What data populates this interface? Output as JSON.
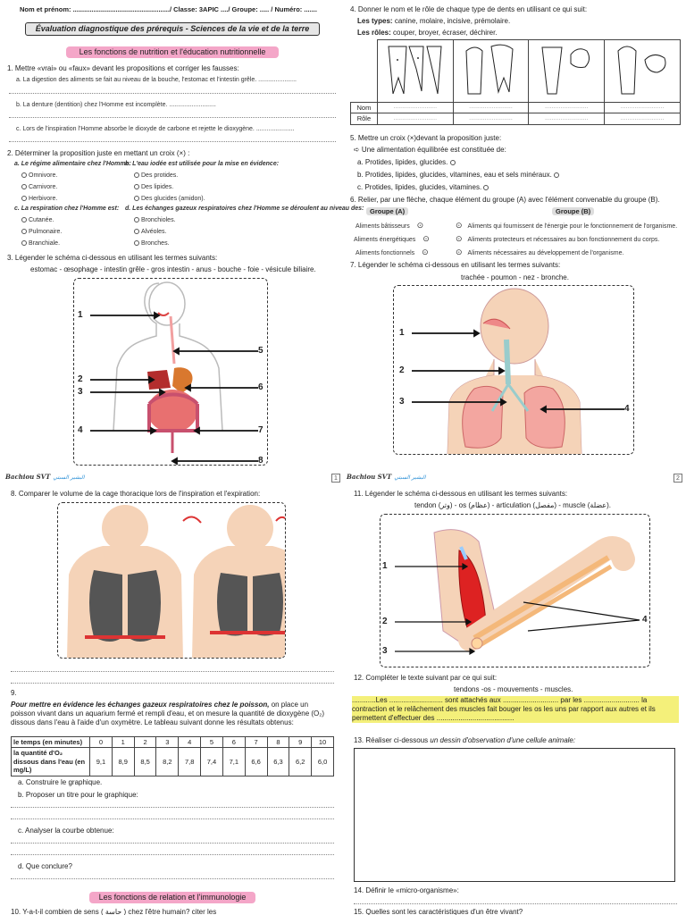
{
  "header": {
    "left": "Nom et prénom: ..................................................../ Classe: 3APIC ..../ Groupe: ..... / Numéro: .......",
    "title": "Évaluation diagnostique des prérequis - Sciences de la vie et de la terre",
    "section1": "Les fonctions de nutrition et l'éducation nutritionnelle",
    "section2": "Les fonctions de relation et l'immunologie"
  },
  "left": {
    "q1": "1. Mettre «vrai» ou «faux» devant les propositions et corriger les fausses:",
    "q1a": "a. La digestion des aliments se fait au niveau de la bouche, l'estomac et l'intestin grêle. ......................",
    "q1b": "b. La denture (dentition) chez l'Homme est incomplète. ...........................",
    "q1c": "c. Lors de l'inspiration l'Homme absorbe le dioxyde de carbone et rejette le dioxygène. ......................",
    "q2": "2. Déterminer la proposition juste en mettant un croix (×) :",
    "q2a": "a. Le régime alimentaire chez l'Homme:",
    "q2a_opts": [
      "Omnivore.",
      "Carnivore.",
      "Herbivore."
    ],
    "q2b": "b. L'eau iodée est utilisée pour la mise en évidence:",
    "q2b_opts": [
      "Des protides.",
      "Des lipides.",
      "Des glucides (amidon)."
    ],
    "q2c": "c. La respiration chez l'Homme est:",
    "q2c_opts": [
      "Cutanée.",
      "Pulmonaire.",
      "Branchiale."
    ],
    "q2d": "d. Les échanges gazeux respiratoires chez l'Homme se déroulent au niveau des:",
    "q2d_opts": [
      "Bronchioles.",
      "Alvéoles.",
      "Bronches."
    ],
    "q3": "3. Légender le schéma ci-dessous en utilisant les termes suivants:",
    "q3_terms": "estomac - œsophage - intestin grêle - gros intestin - anus - bouche - foie - vésicule biliaire.",
    "q3_labels": [
      "1",
      "2",
      "3",
      "4",
      "5",
      "6",
      "7",
      "8"
    ]
  },
  "right": {
    "q4": "4. Donner le nom et le rôle de chaque type de dents en utilisant ce qui suit:",
    "q4_types_label": "Les types:",
    "q4_types": "canine, molaire, incisive, prémolaire.",
    "q4_roles_label": "Les rôles:",
    "q4_roles": "couper, broyer, écraser, déchirer.",
    "q4_row_nom": "Nom",
    "q4_row_role": "Rôle",
    "q5": "5. Mettre un croix (×)devant la proposition juste:",
    "q5_intro": "➪ Une alimentation équilibrée est constituée de:",
    "q5_opts": [
      "a. Protides, lipides, glucides.",
      "b. Protides, lipides, glucides, vitamines, eau et sels minéraux.",
      "c. Protides, lipides, glucides, vitamines."
    ],
    "q6": "6. Relier, par une flèche, chaque élément du groupe (A) avec l'élément convenable du groupe (B).",
    "q6_groupA": "Groupe (A)",
    "q6_groupB": "Groupe (B)",
    "q6_A": [
      "Aliments bâtisseurs",
      "Aliments énergétiques",
      "Aliments fonctionnels"
    ],
    "q6_B": [
      "Aliments qui fournissent de l'énergie pour le fonctionnement de l'organisme.",
      "Aliments protecteurs et nécessaires au bon fonctionnement du corps.",
      "Aliments nécessaires au développement de l'organisme."
    ],
    "q7": "7. Légender le schéma ci-dessous en utilisant les termes suivants:",
    "q7_terms": "trachée - poumon - nez - bronche.",
    "q7_labels": [
      "1",
      "2",
      "3",
      "4"
    ]
  },
  "footer1": {
    "brand": "Bachiou SVT",
    "arabic": "البشير السبتي",
    "page": "1"
  },
  "footer2": {
    "brand": "Bachiou SVT",
    "arabic": "البشير السبتي",
    "page": "2"
  },
  "page2left": {
    "q8": "8. Comparer le volume de la cage thoracique lors de l'inspiration et l'expiration:",
    "q9_num": "9.",
    "q9_intro_i": "Pour mettre en évidence les échanges gazeux respiratoires chez le poisson,",
    "q9_intro": "on place un poisson vivant dans un aquarium fermé et rempli d'eau, et on mesure la quantité de dioxygène (O₂) dissous dans l'eau à l'aide d'un oxymètre. Le tableau suivant donne les résultats obtenus:",
    "q9_row1_head": "le temps (en minutes)",
    "q9_times": [
      "0",
      "1",
      "2",
      "3",
      "4",
      "5",
      "6",
      "7",
      "8",
      "9",
      "10"
    ],
    "q9_row2_head": "la quantité d'O₂ dissous dans l'eau (en mg/L)",
    "q9_values": [
      "9,1",
      "8,9",
      "8,5",
      "8,2",
      "7,8",
      "7,4",
      "7,1",
      "6,6",
      "6,3",
      "6,2",
      "6,0"
    ],
    "q9a": "a. Construire le graphique.",
    "q9b": "b. Proposer un titre pour le graphique:",
    "q9c": "c. Analyser la courbe obtenue:",
    "q9d": "d. Que conclure?",
    "q10": "10. Y-a-t-il combien de sens ( حاسة ) chez l'être humain? citer les"
  },
  "page2right": {
    "q11": "11. Légender le schéma ci-dessous en utilisant les termes suivants:",
    "q11_terms": "tendon (وتر) - os (عظام) - articulation (مفصل) - muscle (عضلة).",
    "q11_labels": [
      "1",
      "2",
      "3",
      "4"
    ],
    "q12": "12. Compléter le texte suivant par ce qui suit:",
    "q12_terms": "tendons -os - mouvements - muscles.",
    "q12_text": "............Les ........................... sont attachés aux ............................ par les ............................ la contraction et le relâchement des muscles fait bouger les os les uns par rapport aux autres et ils permettent d'effectuer des .......................................",
    "q13": "13. Réaliser ci-dessous",
    "q13_i": "un dessin d'observation d'une cellule animale:",
    "q14": "14. Définir le «micro-organisme»:",
    "q15": "15. Quelles sont les caractéristiques d'un être vivant?"
  }
}
